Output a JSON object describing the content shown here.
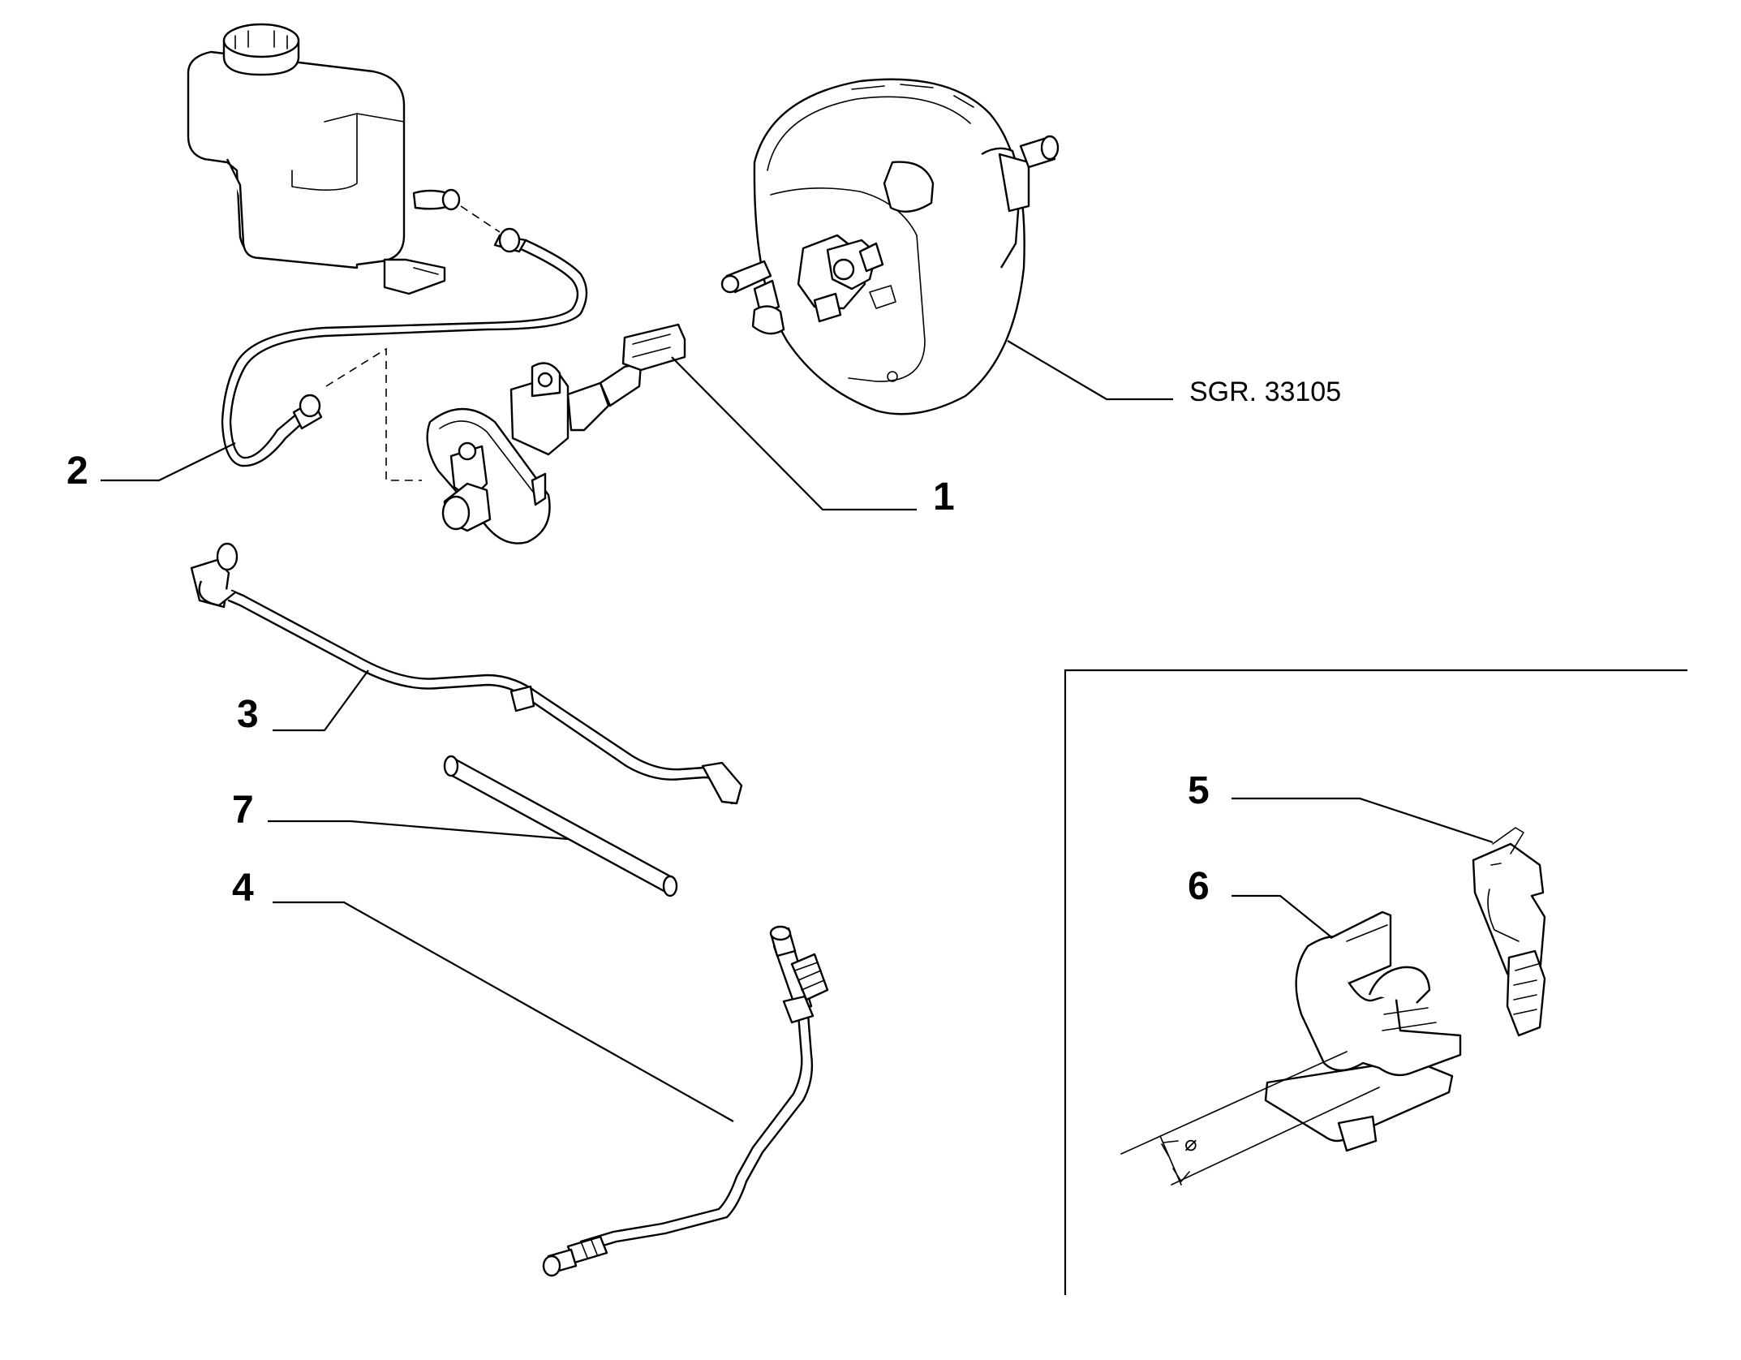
{
  "callouts": {
    "c1": "1",
    "c2": "2",
    "c3": "3",
    "c4": "4",
    "c5": "5",
    "c6": "6",
    "c7": "7"
  },
  "reference": "SGR. 33105",
  "diameter_symbol": "⌀",
  "colors": {
    "line": "#000000",
    "background": "#ffffff"
  }
}
